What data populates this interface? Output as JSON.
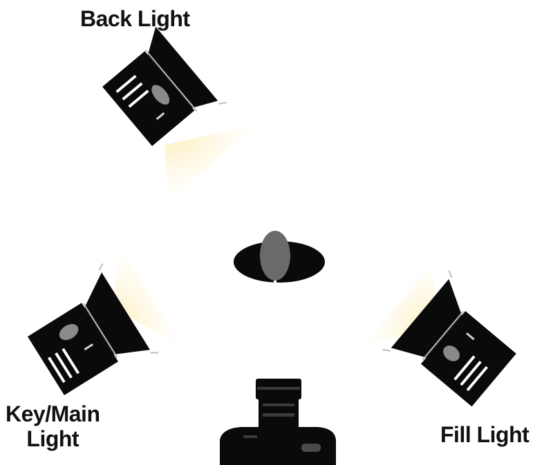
{
  "labels": {
    "back_light": "Back Light",
    "key_light_line1": "Key/Main",
    "key_light_line2": "Light",
    "fill_light": "Fill Light"
  },
  "colors": {
    "fixture": "#0a0a0a",
    "glow": "#fde9a8",
    "subject_head": "#6a6a6a",
    "background": "#ffffff"
  },
  "icons": {
    "back_light": "spotlight-icon",
    "key_light": "spotlight-icon",
    "fill_light": "spotlight-icon",
    "subject": "person-top-view-icon",
    "camera": "camera-icon"
  }
}
